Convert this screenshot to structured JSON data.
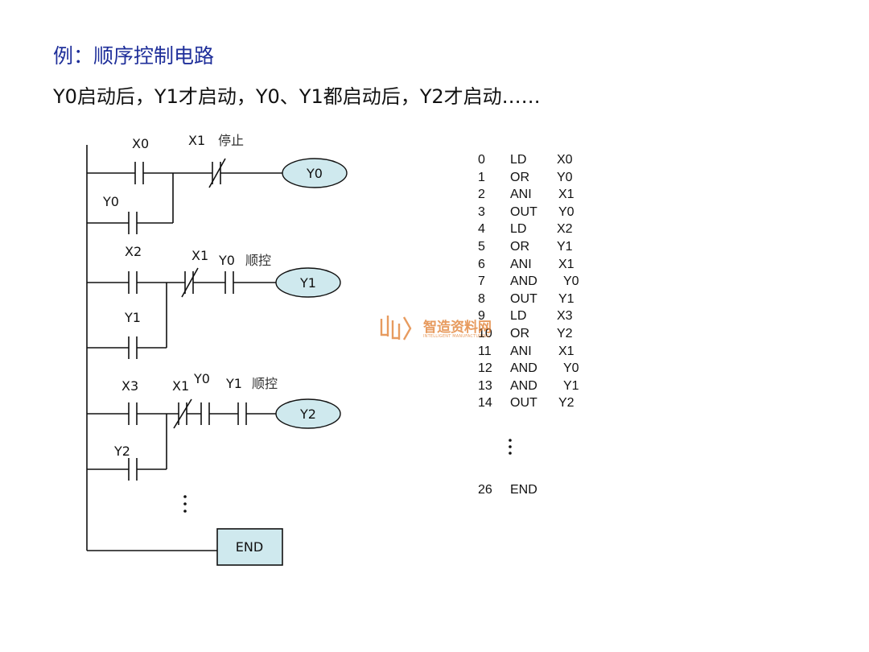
{
  "header": {
    "title": "例：顺序控制电路",
    "subtitle": "Y0启动后，Y1才启动，Y0、Y1都启动后，Y2才启动……"
  },
  "ladder": {
    "rung1": {
      "contact_a": "X0",
      "contact_b": "X1",
      "note": "停止",
      "parallel": "Y0",
      "coil": "Y0"
    },
    "rung2": {
      "contact_a": "X2",
      "contact_b": "X1",
      "contact_c": "Y0",
      "note": "顺控",
      "parallel": "Y1",
      "coil": "Y1"
    },
    "rung3": {
      "contact_a": "X3",
      "contact_b": "X1",
      "contact_c": "Y0",
      "contact_d": "Y1",
      "note": "顺控",
      "parallel": "Y2",
      "coil": "Y2"
    },
    "end_label": "END"
  },
  "program": [
    {
      "step": "0",
      "op": "LD",
      "operand": "X0"
    },
    {
      "step": "1",
      "op": "OR",
      "operand": "Y0"
    },
    {
      "step": "2",
      "op": "ANI",
      "operand": "X1"
    },
    {
      "step": "3",
      "op": "OUT",
      "operand": "Y0"
    },
    {
      "step": "4",
      "op": "LD",
      "operand": "X2"
    },
    {
      "step": "5",
      "op": "OR",
      "operand": "Y1"
    },
    {
      "step": "6",
      "op": "ANI",
      "operand": "X1"
    },
    {
      "step": "7",
      "op": "AND",
      "operand": "Y0"
    },
    {
      "step": "8",
      "op": "OUT",
      "operand": "Y1"
    },
    {
      "step": "9",
      "op": "LD",
      "operand": "X3"
    },
    {
      "step": "10",
      "op": "OR",
      "operand": "Y2"
    },
    {
      "step": "11",
      "op": "ANI",
      "operand": "X1"
    },
    {
      "step": "12",
      "op": "AND",
      "operand": "Y0"
    },
    {
      "step": "13",
      "op": "AND",
      "operand": "Y1"
    },
    {
      "step": "14",
      "op": "OUT",
      "operand": "Y2"
    }
  ],
  "program_end": {
    "step": "26",
    "op": "END"
  },
  "watermark": {
    "text": "智造资料网",
    "subtext": "INTELLIGENT MANUFACTURING"
  },
  "colors": {
    "title": "#1f2f9a",
    "coil_fill": "#cfe9ee",
    "end_fill": "#cfe9ee",
    "watermark": "#e07a2a"
  }
}
